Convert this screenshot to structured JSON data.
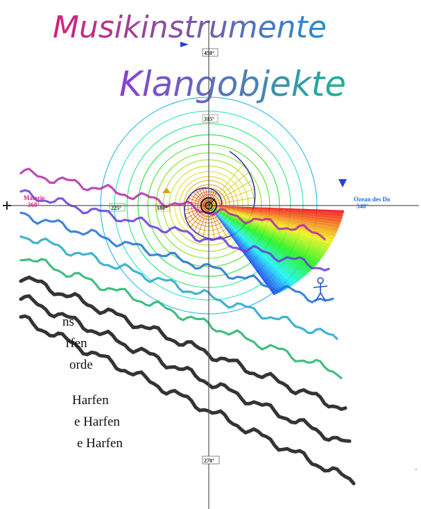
{
  "title": "Musikinstrumente",
  "title_gradient": [
    "#d61f7a",
    "#1f8fd6"
  ],
  "subtitle": "Klangobjekte",
  "subtitle_gradient": [
    "#8a3fd0",
    "#1fb39a"
  ],
  "axis": {
    "left_label_line1": "Materie",
    "left_label_line2": "360°",
    "right_label_line1": "Ozean des Do",
    "right_label_line2": "540°"
  },
  "degree_labels": {
    "top": "450°",
    "upper_inner": "315°",
    "mid_left": "225°",
    "inner_left": "180°",
    "bottom": "270°"
  },
  "legend_items": [
    "ns",
    "rfen",
    "orde",
    "Harfen",
    "e Harfen",
    "e Harfen"
  ],
  "colors": {
    "axis": "#555555",
    "ink": "#111111"
  }
}
